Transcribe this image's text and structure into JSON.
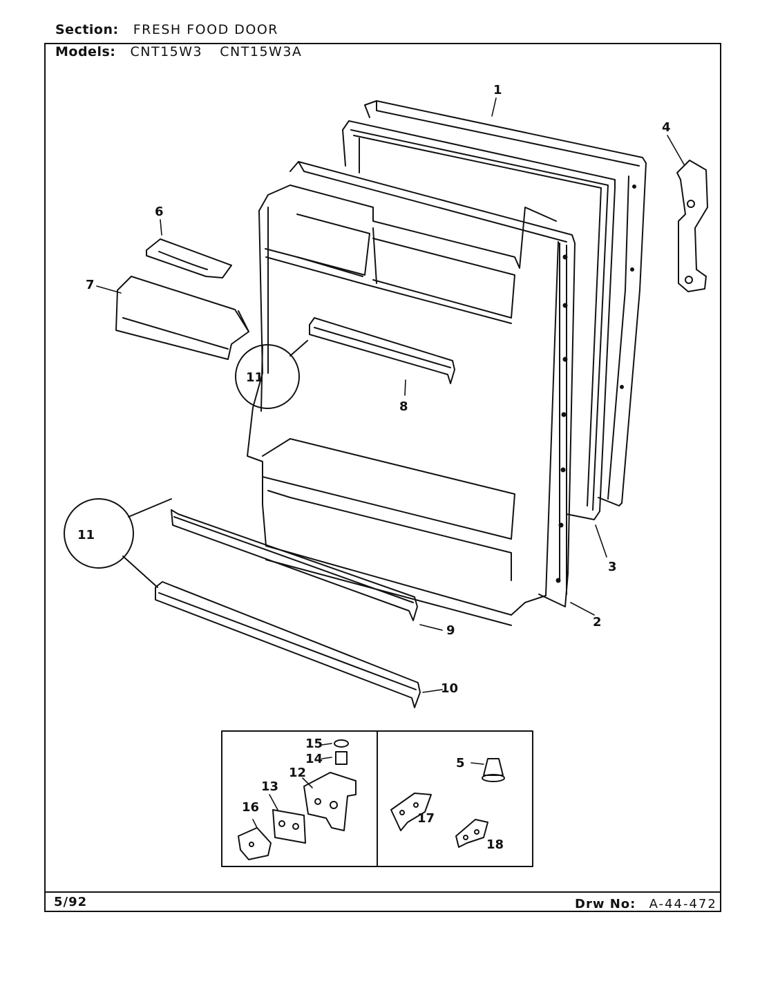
{
  "header": {
    "section_label": "Section:",
    "section_value": "FRESH FOOD DOOR",
    "models_label": "Models:",
    "models": [
      "CNT15W3",
      "CNT15W3A"
    ]
  },
  "footer": {
    "date": "5/92",
    "drawing_label": "Drw No:",
    "drawing_number": "A-44-472"
  },
  "callouts": {
    "c1": "1",
    "c2": "2",
    "c3": "3",
    "c4": "4",
    "c5": "5",
    "c6": "6",
    "c7": "7",
    "c8": "8",
    "c9": "9",
    "c10": "10",
    "c11a": "11",
    "c11b": "11",
    "c12": "12",
    "c13": "13",
    "c14": "14",
    "c15": "15",
    "c16": "16",
    "c17": "17",
    "c18": "18"
  }
}
